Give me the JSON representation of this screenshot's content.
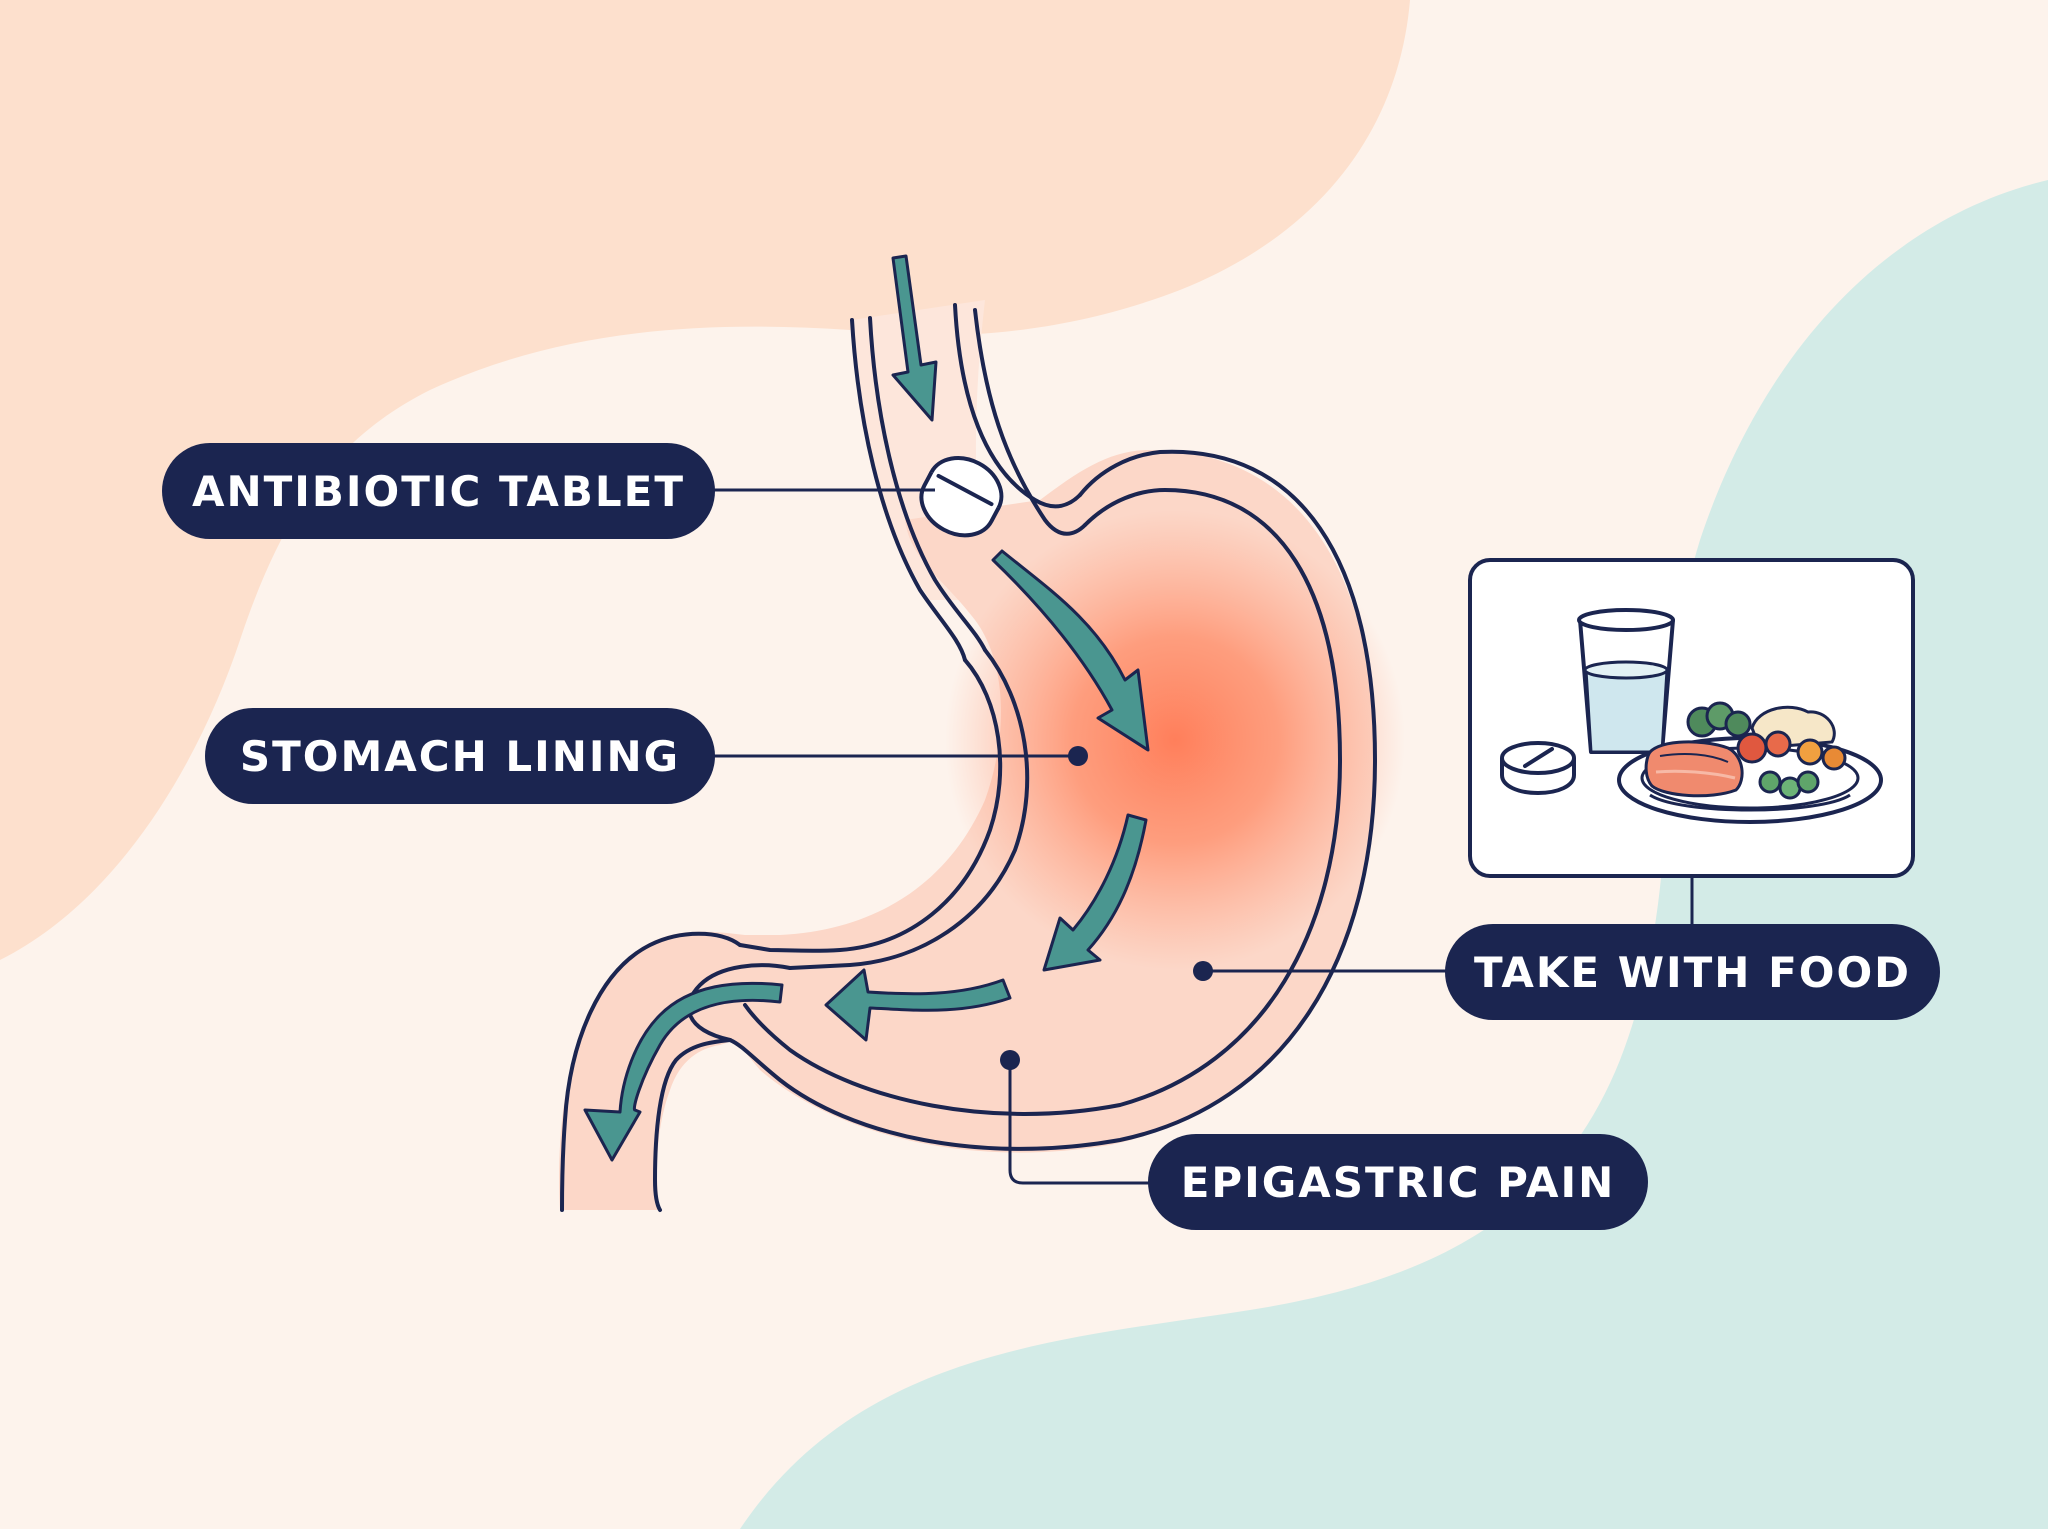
{
  "labels": {
    "antibiotic_tablet": "ANTIBIOTIC TABLET",
    "stomach_lining": "STOMACH LINING",
    "take_with_food": "TAKE WITH FOOD",
    "epigastric_pain": "EPIGASTRIC PAIN"
  },
  "colors": {
    "label_background": "#1b2550",
    "label_text": "#ffffff",
    "outline": "#1b2550",
    "arrow_fill": "#4a9690",
    "irritation_glow": "#ff7a55",
    "background_peach": "#fde0cd",
    "background_cream": "#fdf3ec",
    "background_mint": "#d3ebe7"
  },
  "icons": [
    "antibiotic-tablet-icon",
    "water-glass-icon",
    "pill-icon",
    "food-plate-icon"
  ]
}
